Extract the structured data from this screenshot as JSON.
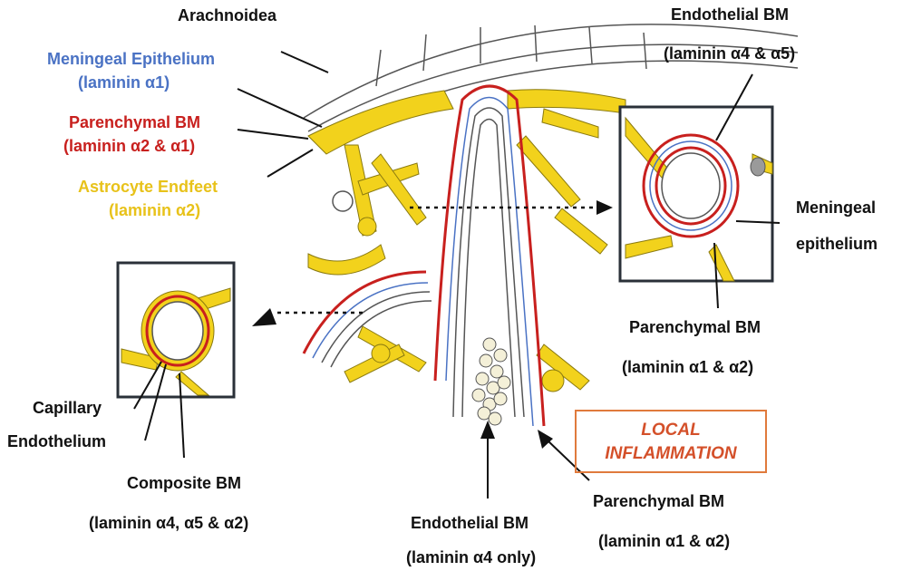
{
  "labels": {
    "arachnoidea": "Arachnoidea",
    "meningeal_epithelium": "Meningeal Epithelium",
    "meningeal_epithelium_laminin": "(laminin α1)",
    "parenchymal_bm": "Parenchymal BM",
    "parenchymal_bm_laminin": "(laminin α2 & α1)",
    "astrocyte_endfeet": "Astrocyte Endfeet",
    "astrocyte_endfeet_laminin": "(laminin α2)",
    "endothelial_bm_top": "Endothelial BM",
    "endothelial_bm_top_laminin": "(laminin α4 & α5)",
    "meningeal_epithelium_right_1": "Meningeal",
    "meningeal_epithelium_right_2": "epithelium",
    "parenchymal_bm_right": "Parenchymal BM",
    "parenchymal_bm_right_laminin": "(laminin α1 & α2)",
    "capillary": "Capillary",
    "endothelium": "Endothelium",
    "composite_bm": "Composite BM",
    "composite_bm_laminin": "(laminin α4, α5 & α2)",
    "local_inflammation_1": "LOCAL",
    "local_inflammation_2": "INFLAMMATION",
    "endothelial_bm_bottom": "Endothelial BM",
    "endothelial_bm_bottom_laminin": "(laminin α4 only)",
    "parenchymal_bm_bottom": "Parenchymal BM",
    "parenchymal_bm_bottom_laminin": "(laminin α1 & α2)"
  },
  "colors": {
    "meningeal_blue": "#4a72c4",
    "parenchymal_red": "#c8201e",
    "astrocyte_yellow": "#f2d21c",
    "inflammation_orange": "#d4502a"
  }
}
